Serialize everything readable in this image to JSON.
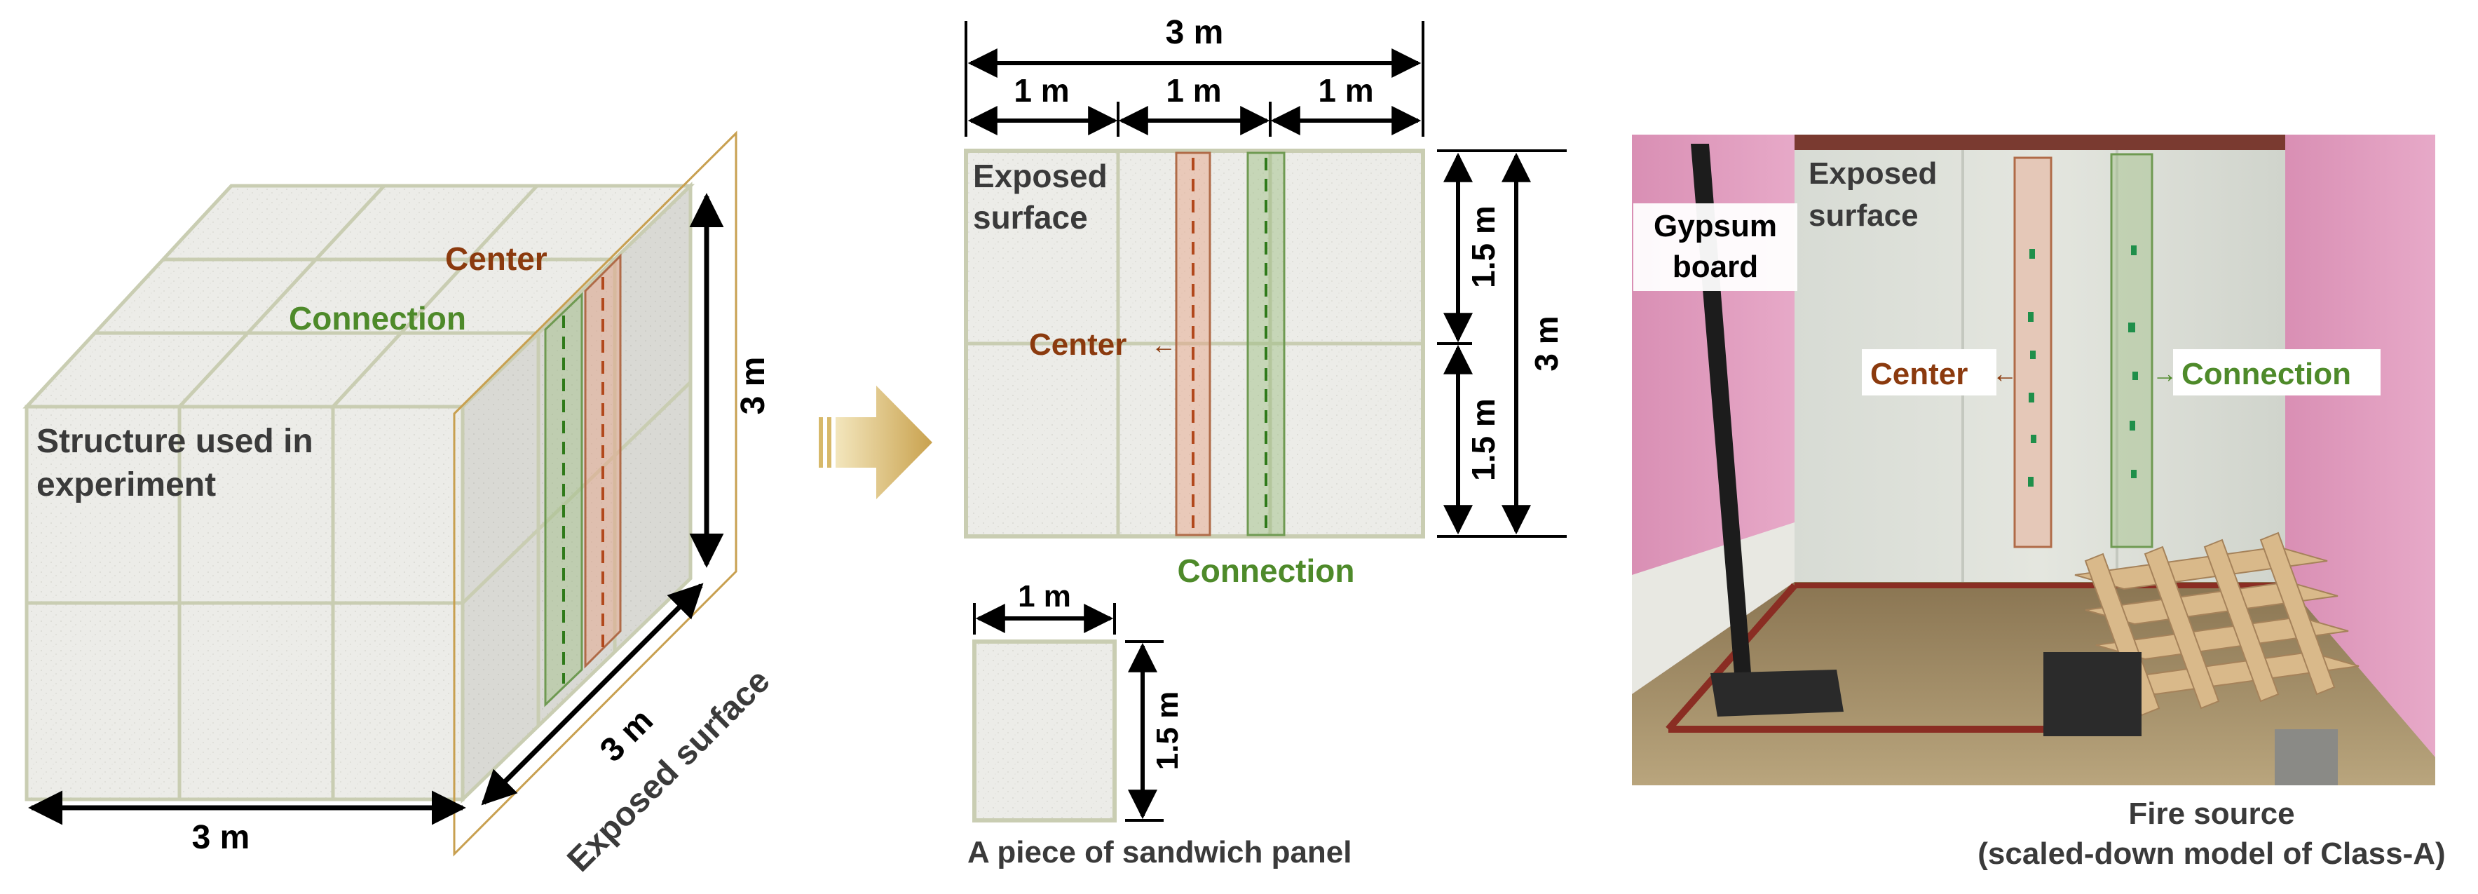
{
  "dimensions": {
    "three_m": "3 m",
    "one_m": "1 m",
    "one_point_five_m": "1.5 m"
  },
  "cube": {
    "structure_label_line1": "Structure used in",
    "structure_label_line2": "experiment",
    "center_label": "Center",
    "connection_label": "Connection",
    "exposed_surface_label": "Exposed surface"
  },
  "panel": {
    "exposed_label_line1": "Exposed",
    "exposed_label_line2": "surface",
    "center_label": "Center",
    "connection_label": "Connection",
    "arrow_left": "←"
  },
  "piece": {
    "caption": "A piece of sandwich panel"
  },
  "photo": {
    "gypsum_line1": "Gypsum",
    "gypsum_line2": "board",
    "exposed_line1": "Exposed",
    "exposed_line2": "surface",
    "center_label": "Center",
    "connection_label": "Connection",
    "arrow_left": "←",
    "arrow_right": "→",
    "fire_line1": "Fire source",
    "fire_line2": "(scaled-down model of Class-A)"
  },
  "colors": {
    "center": "#8b3a0e",
    "connection": "#4e8a2a",
    "panel_fill": "#ebebe6",
    "panel_grid": "#c9cdb2",
    "dim_line": "#000000",
    "arrow": "#d7b96a"
  }
}
